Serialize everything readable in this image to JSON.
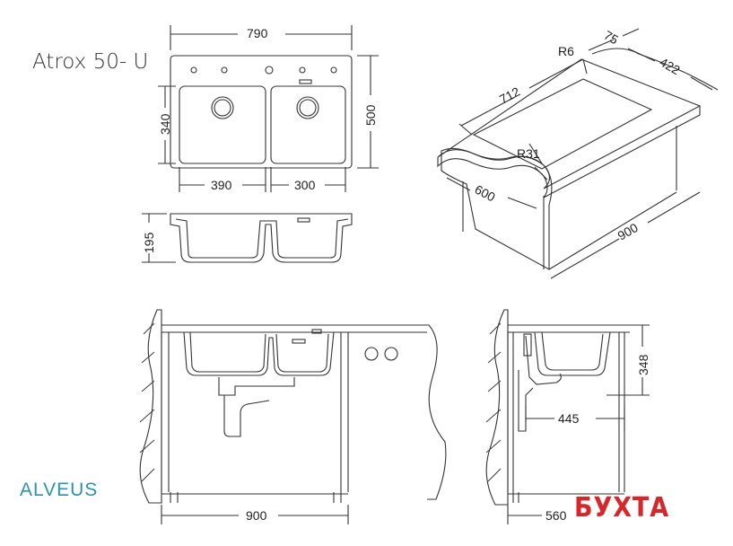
{
  "title": "Atrox 50- U",
  "brand_left": "ALVEUS",
  "brand_right": "БУХТА",
  "dimensions": {
    "top_width": "790",
    "top_height": "500",
    "bowl_height": "340",
    "bowl_left_width": "390",
    "bowl_right_width": "300",
    "depth": "195",
    "persp_width": "712",
    "persp_radius_small": "R6",
    "persp_flange": "75",
    "persp_depth": "422",
    "persp_radius": "R31",
    "persp_front": "600",
    "persp_cabinet": "900",
    "front_cabinet": "900",
    "side_height": "348",
    "side_offset": "445",
    "side_cabinet": "560"
  },
  "colors": {
    "line": "#333333",
    "brand": "#2b93b2",
    "stamp": "#d6272b"
  }
}
